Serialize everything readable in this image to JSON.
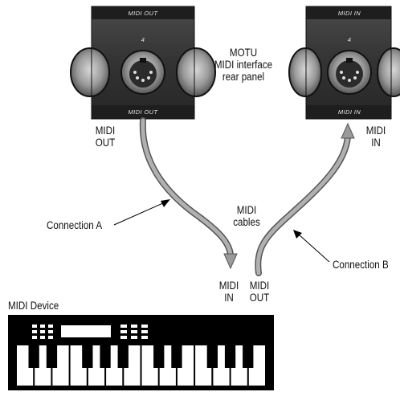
{
  "panel_left": {
    "top_label": "MIDI OUT",
    "bottom_label": "MIDI OUT",
    "port_number": "4"
  },
  "panel_right": {
    "top_label": "MIDI IN",
    "bottom_label": "MIDI IN",
    "port_number": "4"
  },
  "labels": {
    "interface_line1": "MOTU",
    "interface_line2": "MIDI interface",
    "interface_line3": "rear panel",
    "left_port_line1": "MIDI",
    "left_port_line2": "OUT",
    "right_port_line1": "MIDI",
    "right_port_line2": "IN",
    "connection_a": "Connection A",
    "connection_b": "Connection B",
    "cables_line1": "MIDI",
    "cables_line2": "cables",
    "device_in_line1": "MIDI",
    "device_in_line2": "IN",
    "device_out_line1": "MIDI",
    "device_out_line2": "OUT",
    "device": "MIDI Device"
  },
  "colors": {
    "panel": "#3a3a3a",
    "cable": "#a8a8a8",
    "device": "#000000"
  }
}
